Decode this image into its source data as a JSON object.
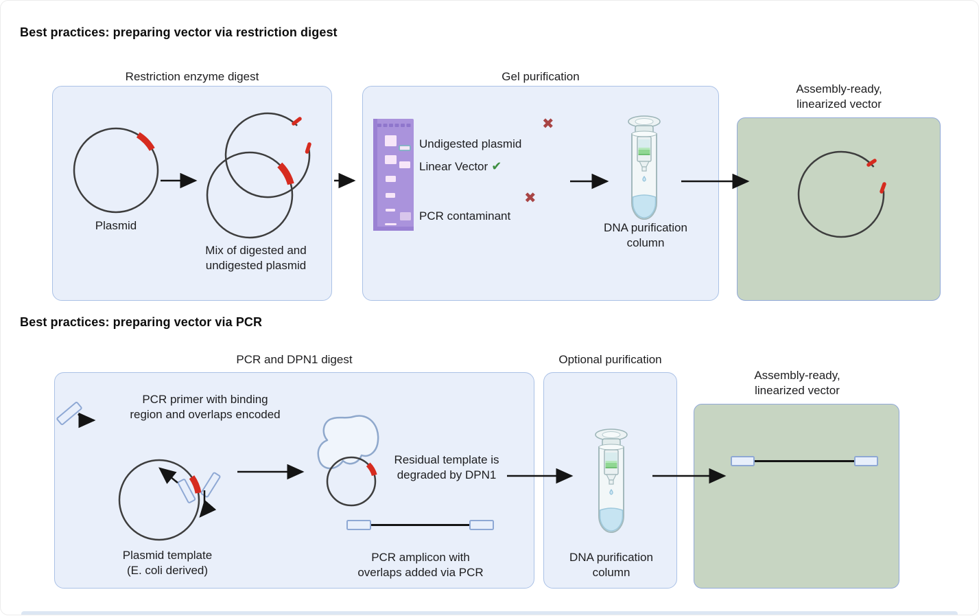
{
  "colors": {
    "segment_red": "#d62b1f",
    "check_green": "#3e8e41",
    "cross_red": "#a84444",
    "panel_blue_bg": "#e9effa",
    "panel_blue_border": "#aac1e6",
    "panel_green_bg": "#c7d5c2",
    "gel_purple": "#aa93dc"
  },
  "icons": {
    "check": "✔",
    "cross": "✖"
  },
  "section_digest": {
    "title": "Best practices: preparing vector via restriction digest",
    "step1_label": "Restriction enzyme digest",
    "plasmid_label": "Plasmid",
    "mix_label": "Mix of digested and\nundigested plasmid",
    "step2_label": "Gel purification",
    "band_undigested": "Undigested plasmid",
    "band_linear": "Linear Vector",
    "band_contaminant": "PCR contaminant",
    "column_label": "DNA purification\ncolumn",
    "result_label": "Assembly-ready,\nlinearized vector"
  },
  "section_pcr": {
    "title": "Best practices: preparing vector via PCR",
    "step1_label": "PCR and DPN1 digest",
    "primer_label": "PCR primer with binding\nregion and overlaps encoded",
    "template_label": "Plasmid template\n(E. coli derived)",
    "residual_label": "Residual template is\ndegraded by DPN1",
    "amplicon_label": "PCR amplicon with\noverlaps added via PCR",
    "step2_label": "Optional purification",
    "column_label": "DNA purification\ncolumn",
    "result_label": "Assembly-ready,\nlinearized vector"
  }
}
